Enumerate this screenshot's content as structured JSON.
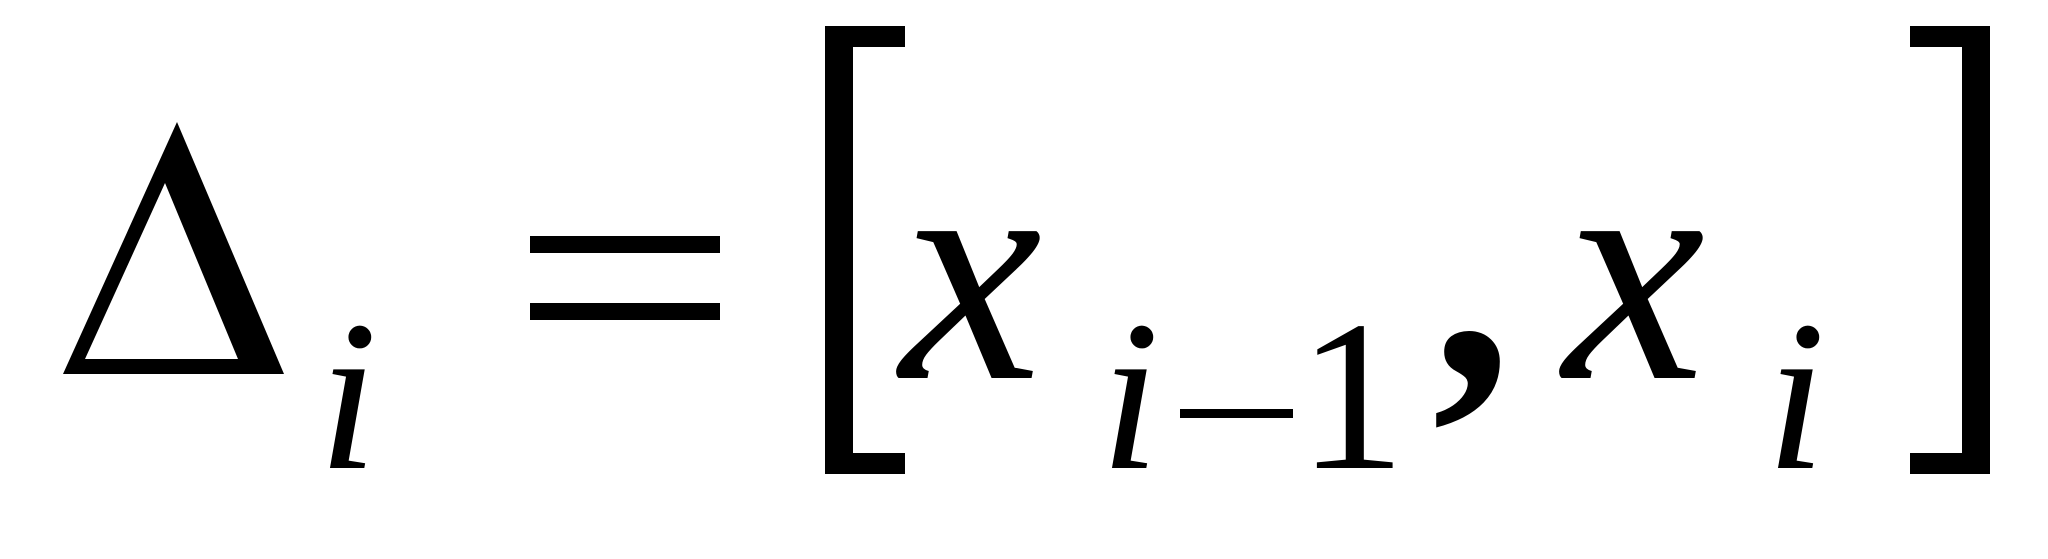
{
  "formula": {
    "delta_symbol": "Δ",
    "delta_subscript": "i",
    "equals": "=",
    "left_bracket": "[",
    "first_var": "x",
    "first_subscript_index": "i",
    "first_subscript_minus": "−",
    "first_subscript_one": "1",
    "comma": ",",
    "second_var": "x",
    "second_subscript": "i",
    "right_bracket": "]"
  },
  "colors": {
    "ink": "#000000",
    "background": "#ffffff"
  }
}
